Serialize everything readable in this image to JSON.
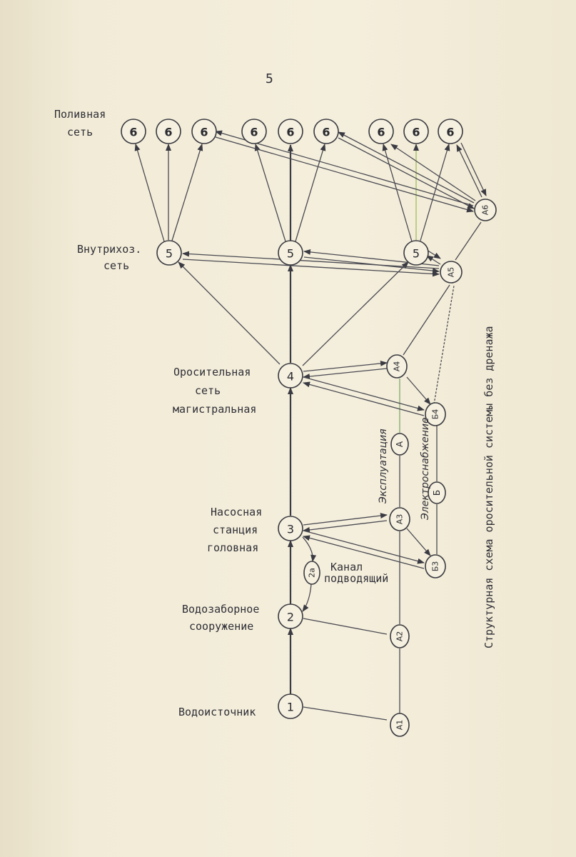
{
  "page_number": "5",
  "labels": {
    "polivnaya": [
      "Поливная",
      "сеть"
    ],
    "vnutrikhoz": [
      "Внутрихоз.",
      "сеть"
    ],
    "orositelnaya": [
      "Оросительная",
      "сеть",
      "магистральная"
    ],
    "nasosnaya": [
      "Насосная",
      "станция",
      "головная"
    ],
    "kanal": [
      "Канал",
      "подводящий"
    ],
    "vodozabornoe": [
      "Водозаборное",
      "сооружение"
    ],
    "vodoistochnik": "Водоисточник",
    "ekspluatatsiya": "Эксплуатация",
    "elektrosnabzhenie": "Электроснабжение",
    "caption": "Структурная схема оросительной системы без дренажа"
  },
  "nodes": {
    "n1": "1",
    "n2": "2",
    "n2a": "2а",
    "n3": "3",
    "n4": "4",
    "n5a": "5",
    "n5b": "5",
    "n5c": "5",
    "n6_1": "6",
    "n6_2": "6",
    "n6_3": "6",
    "n6_4": "6",
    "n6_5": "6",
    "n6_6": "6",
    "n6_7": "6",
    "n6_8": "6",
    "n6_9": "6",
    "A1": "А1",
    "A2": "А2",
    "A3": "А3",
    "A4": "А4",
    "A5": "А5",
    "A6": "А6",
    "A": "А",
    "B": "Б",
    "B3": "Б3",
    "B4": "Б4"
  },
  "colors": {
    "paper": "#efe8d2",
    "ink": "#3a3a42",
    "green_line": "#9fbf5a"
  }
}
